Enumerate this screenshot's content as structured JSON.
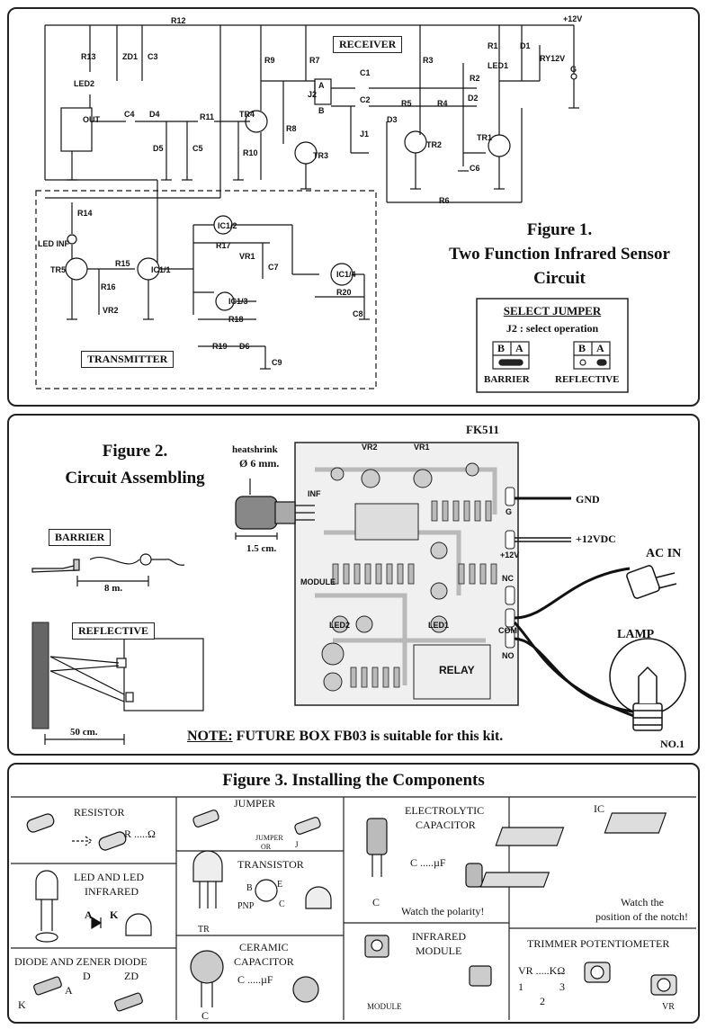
{
  "figure1": {
    "receiver_label": "RECEIVER",
    "transmitter_label": "TRANSMITTER",
    "title_line1": "Figure 1.",
    "title_line2": "Two Function Infrared Sensor",
    "title_line3": "Circuit",
    "select_jumper": {
      "title": "SELECT JUMPER",
      "subtitle": "J2 : select operation",
      "pin_b": "B",
      "pin_a": "A",
      "barrier": "BARRIER",
      "reflective": "REFLECTIVE"
    },
    "components": {
      "supply": "+12V",
      "ground": "G",
      "r12": "R12",
      "r13": "R13",
      "r9": "R9",
      "r7": "R7",
      "r3": "R3",
      "r1": "R1",
      "zd1": "ZD1",
      "c3": "C3",
      "led2": "LED2",
      "led1": "LED1",
      "d1": "D1",
      "ry": "RY12V",
      "out": "OUT",
      "c4": "C4",
      "d4": "D4",
      "r11": "R11",
      "d5": "D5",
      "c5": "C5",
      "r10": "R10",
      "tr4": "TR4",
      "r8": "R8",
      "tr3": "TR3",
      "j2": "J2",
      "j2a": "A",
      "j2b": "B",
      "c1": "C1",
      "c2": "C2",
      "r5": "R5",
      "r4": "R4",
      "r2": "R2",
      "d2": "D2",
      "d3": "D3",
      "j1": "J1",
      "tr2": "TR2",
      "tr1": "TR1",
      "c6": "C6",
      "r6": "R6",
      "r14": "R14",
      "led_inf": "LED INF",
      "tr5": "TR5",
      "r15": "R15",
      "r16": "R16",
      "vr2": "VR2",
      "ic1a": "IC1/1",
      "ic1b": "IC1/2",
      "ic1c": "IC1/3",
      "ic1d": "IC1/4",
      "r17": "R17",
      "vr1": "VR1",
      "c7": "C7",
      "r18": "R18",
      "r19": "R19",
      "d6": "D6",
      "c9": "C9",
      "r20": "R20",
      "c8": "C8"
    }
  },
  "figure2": {
    "title_line1": "Figure 2.",
    "title_line2": "Circuit Assembling",
    "kit": "FK511",
    "heatshrink": "heatshrink",
    "heatshrink_size": "Ø 6 mm.",
    "dist_heat": "1.5 cm.",
    "barrier": "BARRIER",
    "dist_barrier": "8 m.",
    "reflective": "REFLECTIVE",
    "dist_reflective": "50 cm.",
    "gnd": "GND",
    "vdc": "+12VDC",
    "ac_in": "AC IN",
    "lamp": "LAMP",
    "nc": "NC",
    "com": "COM",
    "no": "NO",
    "relay": "RELAY",
    "g_pad": "G",
    "v_pad": "+12V",
    "module": "MODULE",
    "inf": "INF",
    "vr1": "VR1",
    "vr2": "VR2",
    "led1": "LED1",
    "led2": "LED2",
    "note_label": "NOTE:",
    "note_text": "FUTURE BOX FB03 is suitable for this kit.",
    "no1": "NO.1"
  },
  "figure3": {
    "title": "Figure 3. Installing the Components",
    "resistor": "RESISTOR",
    "resistor_sym": "R .....Ω",
    "jumper": "JUMPER",
    "jumper_sym": "JUMPER",
    "jumper_or": "OR",
    "jumper_j": "J",
    "electrolytic1": "ELECTROLYTIC",
    "electrolytic2": "CAPACITOR",
    "elec_sym": "C .....µF",
    "elec_note": "Watch the polarity!",
    "elec_c": "C",
    "ic": "IC",
    "ic_note1": "Watch the",
    "ic_note2": "position of the notch!",
    "led1": "LED AND LED",
    "led2": "INFRARED",
    "led_a": "A",
    "led_k": "K",
    "transistor": "TRANSISTOR",
    "tr_b": "B",
    "tr_c": "C",
    "tr_e": "E",
    "tr_pnp": "PNP",
    "tr_label": "TR",
    "diode": "DIODE AND ZENER DIODE",
    "d_label": "D",
    "zd_label": "ZD",
    "d_k": "K",
    "d_a": "A",
    "ceramic1": "CERAMIC",
    "ceramic2": "CAPACITOR",
    "cer_sym": "C .....µF",
    "cer_c": "C",
    "infrared1": "INFRARED",
    "infrared2": "MODULE",
    "module_label": "MODULE",
    "trimmer": "TRIMMER POTENTIOMETER",
    "vr_sym": "VR .....KΩ",
    "vr_1": "1",
    "vr_2": "2",
    "vr_3": "3",
    "vr_label": "VR"
  }
}
